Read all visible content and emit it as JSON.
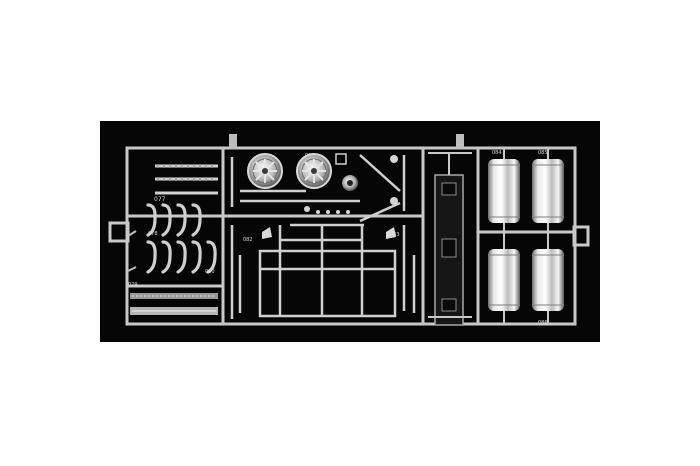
{
  "image": {
    "subject": "",
    "background_color": "#060606",
    "page_color": "#ffffff",
    "part_color": "#c9c9c9"
  },
  "labels": {
    "l1": "077",
    "l2": "078",
    "l3": "079",
    "l4": "080",
    "l5": "081",
    "l6": "082",
    "l7": "083",
    "l8": "084",
    "l9": "085",
    "l10": "086"
  }
}
